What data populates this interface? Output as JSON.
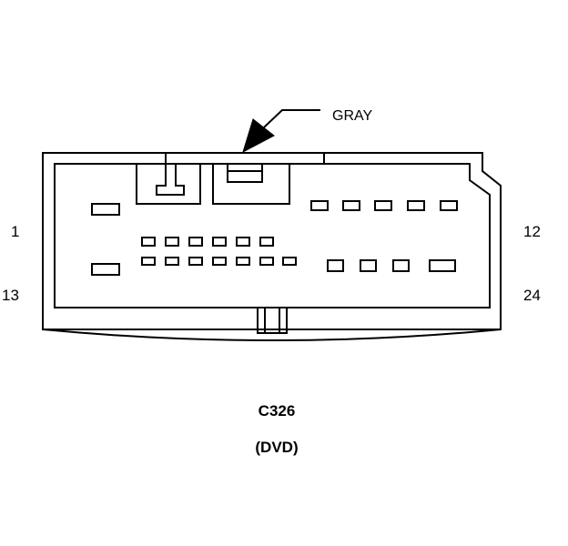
{
  "connector": {
    "id": "C326",
    "description": "(DVD)",
    "color_callout": "GRAY"
  },
  "pin_labels": {
    "top_left": "1",
    "top_right": "12",
    "bottom_left": "13",
    "bottom_right": "24"
  },
  "colors": {
    "line": "#000000",
    "background": "#ffffff"
  }
}
